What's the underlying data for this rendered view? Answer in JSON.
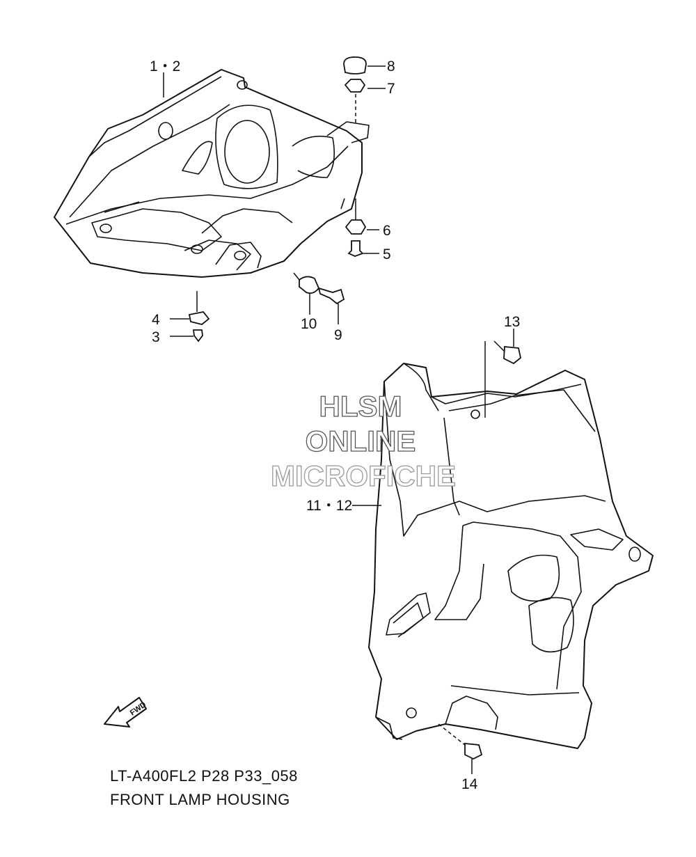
{
  "diagram": {
    "code": "LT-A400FL2 P28 P33_058",
    "title": "FRONT LAMP HOUSING",
    "watermark": [
      "HLSM",
      "ONLINE",
      "MICROFICHE"
    ],
    "fwd_label": "FWD",
    "callouts": {
      "c1_2": "1・2",
      "c3": "3",
      "c4": "4",
      "c5": "5",
      "c6": "6",
      "c7": "7",
      "c8": "8",
      "c9": "9",
      "c10": "10",
      "c11_12": "11・12",
      "c13": "13",
      "c14": "14"
    }
  }
}
